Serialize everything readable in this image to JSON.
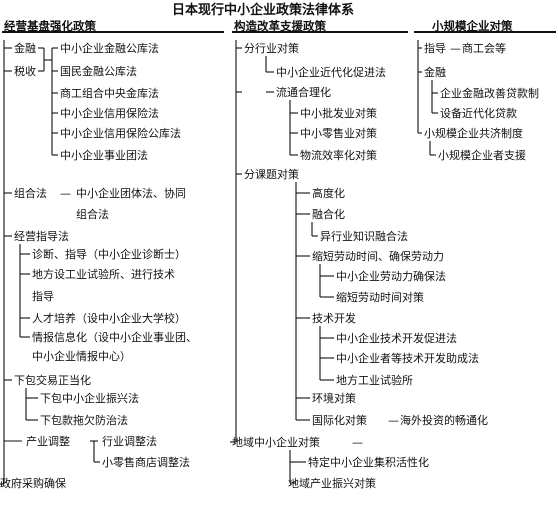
{
  "title": "日本现行中小企业政策法律体系",
  "col1": {
    "header": "经营基盘强化政策",
    "finance": "金融",
    "tax": "税收",
    "finance_items": [
      "中小企业金融公库法",
      "国民金融公库法",
      "商工组合中央金库法",
      "中小企业信用保险法",
      "中小企业信用保险公库法",
      "中小企业事业团法"
    ],
    "org_law": "组合法",
    "org_law_dash": "—",
    "org_law_detail_1": "中小企业团体法、协同",
    "org_law_detail_2": "组合法",
    "guidance": "经营指导法",
    "guidance_items": [
      "诊断、指导（中小企业诊断士）",
      "地方设工业试验所、进行技术",
      "指导",
      "人才培养（设中小企业大学校）",
      "情报信息化（设中小企业事业团、",
      "中小企业情报中心）"
    ],
    "subcontract": "下包交易正当化",
    "subcontract_items": [
      "下包中小企业振兴法",
      "下包款拖欠防治法"
    ],
    "industry": "产业调整",
    "industry_items": [
      "行业调整法",
      "小零售商店调整法"
    ],
    "procurement": "政府采购确保"
  },
  "col2": {
    "header": "构造改革支援政策",
    "sector": "分行业对策",
    "sector_law": "中小企业近代化促进法",
    "distribution": "流通合理化",
    "distribution_items": [
      "中小批发业对策",
      "中小零售业对策",
      "物流效率化对策"
    ],
    "issues": "分课题对策",
    "issue_items": [
      "高度化",
      "融合化",
      "异行业知识融合法",
      "缩短劳动时间、确保劳动力",
      "中小企业劳动力确保法",
      "缩短劳动时间对策",
      "技术开发",
      "中小企业技术开发促进法",
      "中小企业者等技术开发助成法",
      "地方工业试验所",
      "环境对策",
      "国际化对策",
      "海外投资的畅通化"
    ],
    "intl_dash": "—",
    "regional": "地域中小企业对策",
    "regional_dash": "—",
    "regional_items": [
      "特定中小企业集积活性化",
      "地域产业振兴对策"
    ]
  },
  "col3": {
    "header": "小规模企业对策",
    "guidance": "指导",
    "guidance_dash": "—",
    "guidance_item": "商工会等",
    "finance": "金融",
    "finance_items": [
      "企业金融改善贷款制",
      "设备近代化贷款"
    ],
    "mutual": "小规模企业共济制度",
    "mutual_item": "小规模企业者支援"
  }
}
